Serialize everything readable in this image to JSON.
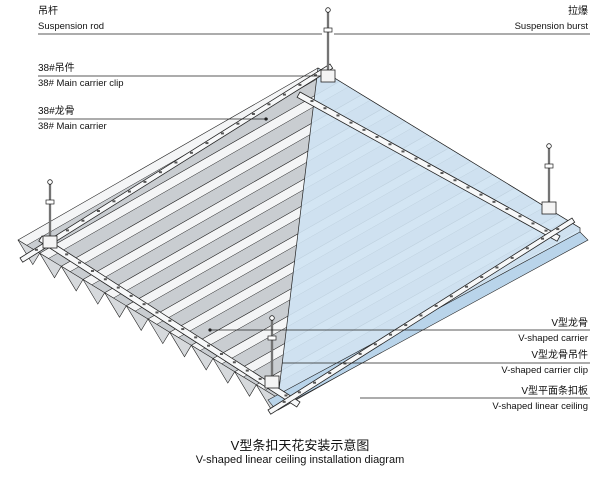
{
  "labels": {
    "suspension_rod_cn": "吊杆",
    "suspension_rod_en": "Suspension rod",
    "carrier_clip_cn": "38#吊件",
    "carrier_clip_en": "38# Main carrier clip",
    "main_carrier_cn": "38#龙骨",
    "main_carrier_en": "38# Main carrier",
    "suspension_burst_cn": "拉爆",
    "suspension_burst_en": "Suspension burst",
    "v_carrier_cn": "V型龙骨",
    "v_carrier_en": "V-shaped carrier",
    "v_clip_cn": "V型龙骨吊件",
    "v_clip_en": "V-shaped carrier clip",
    "v_ceiling_cn": "V型平面条扣板",
    "v_ceiling_en": "V-shaped linear ceiling"
  },
  "caption": {
    "cn": "V型条扣天花安装示意图",
    "en": "V-shaped linear ceiling installation diagram"
  },
  "colors": {
    "line": "#222222",
    "panel_light": "#f4f5f6",
    "panel_shade": "#9aa0a6",
    "edge_blue": "#cfe3f3"
  }
}
